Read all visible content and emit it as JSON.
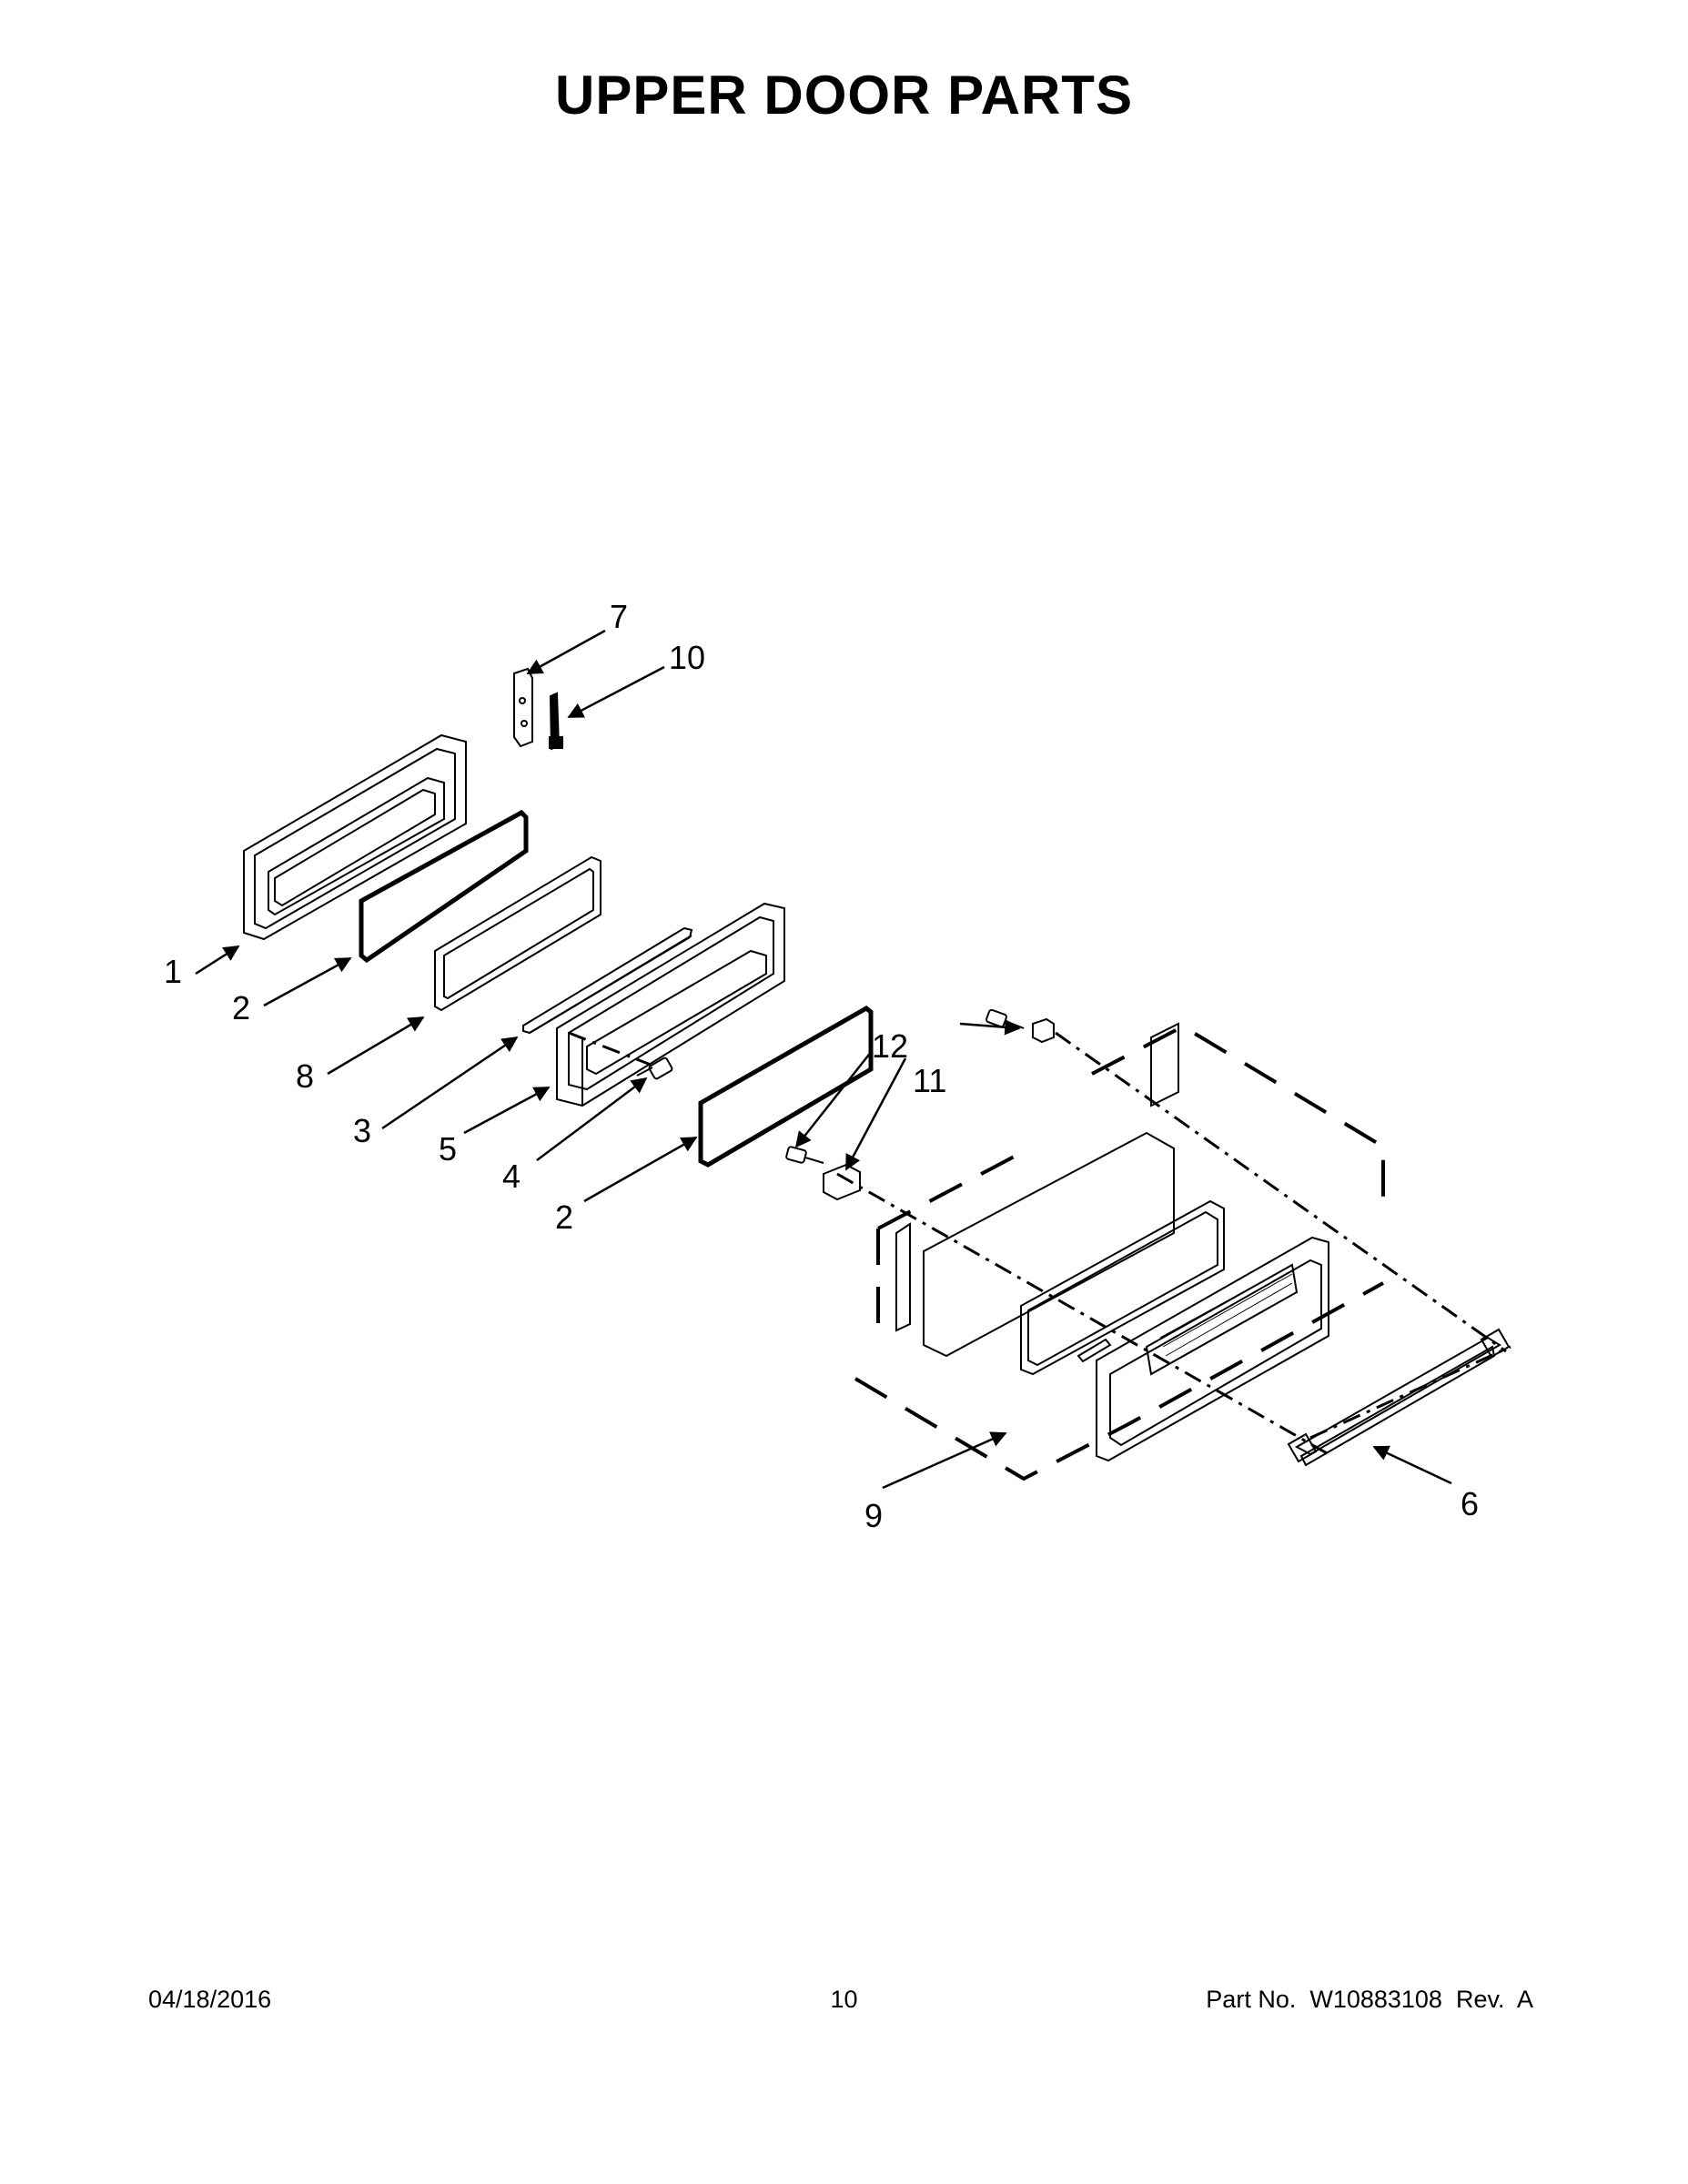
{
  "title": "UPPER DOOR PARTS",
  "callouts": {
    "c1": "1",
    "c2a": "2",
    "c8": "8",
    "c3": "3",
    "c5": "5",
    "c4": "4",
    "c2b": "2",
    "c7": "7",
    "c10": "10",
    "c12": "12",
    "c11": "11",
    "c9": "9",
    "c6": "6"
  },
  "footer": {
    "date": "04/18/2016",
    "page": "10",
    "part": "Part No.  W10883108  Rev.  A"
  }
}
